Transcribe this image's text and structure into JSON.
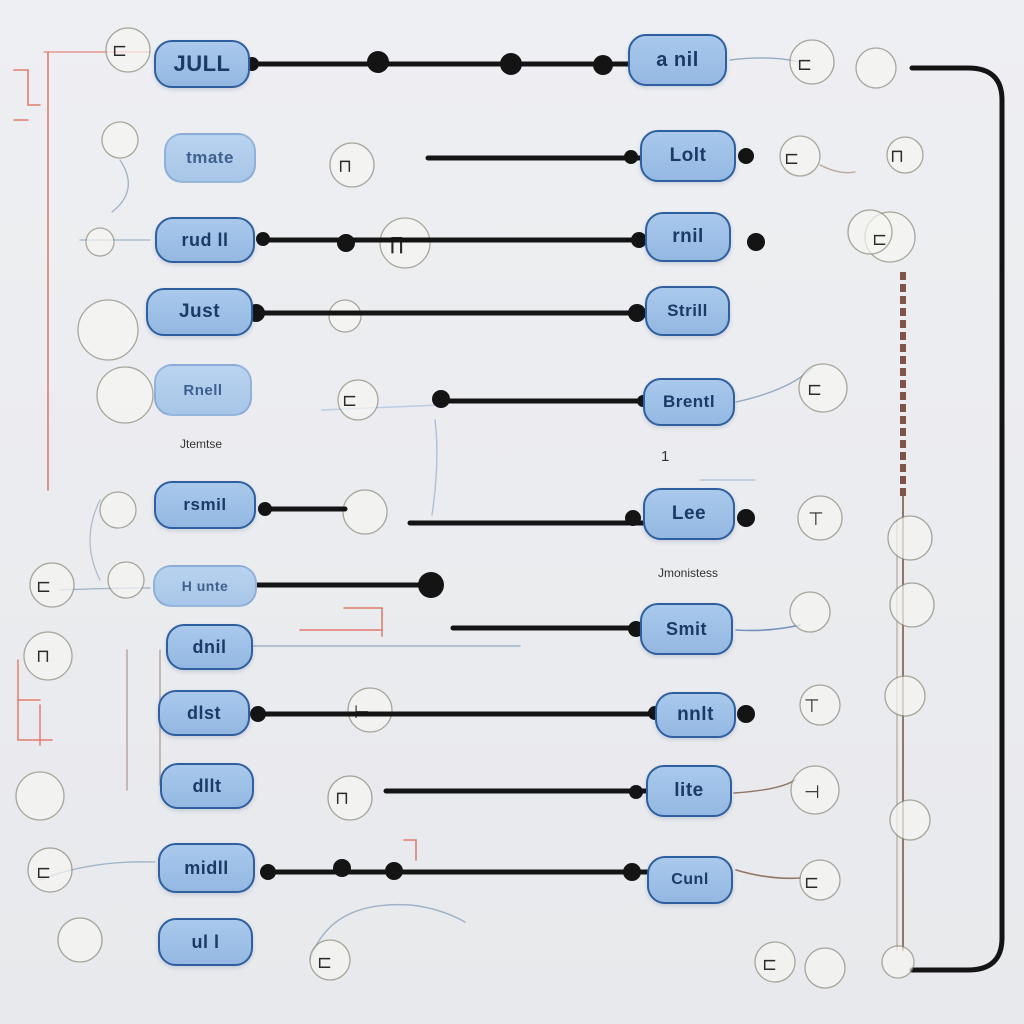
{
  "colors": {
    "node_fill": "#a9c9ec",
    "node_border": "#2f5f9e",
    "node_text": "#1b3a66",
    "wire": "#141414",
    "accent_red": "#e07060",
    "bus_brown": "#6b3a2a",
    "background": "#ecedf0"
  },
  "nodes_left": [
    {
      "label": "JULL"
    },
    {
      "label": "tmate"
    },
    {
      "label": "rud ll"
    },
    {
      "label": "Just"
    },
    {
      "label": "Rnell"
    },
    {
      "label": "rsmil"
    },
    {
      "label": "H unte"
    },
    {
      "label": "dnil"
    },
    {
      "label": "dlst"
    },
    {
      "label": "dllt"
    },
    {
      "label": "midll"
    },
    {
      "label": "ul l"
    }
  ],
  "nodes_right": [
    {
      "label": "a nil"
    },
    {
      "label": "Lolt"
    },
    {
      "label": "rnil"
    },
    {
      "label": "Strill"
    },
    {
      "label": "Brentl"
    },
    {
      "label": "Lee"
    },
    {
      "label": "Smit"
    },
    {
      "label": "nnlt"
    },
    {
      "label": "lite"
    },
    {
      "label": "Cunl"
    }
  ],
  "annotations": {
    "note_1": "Jtemtse",
    "note_2": "1",
    "note_3": "Jmonistess"
  }
}
